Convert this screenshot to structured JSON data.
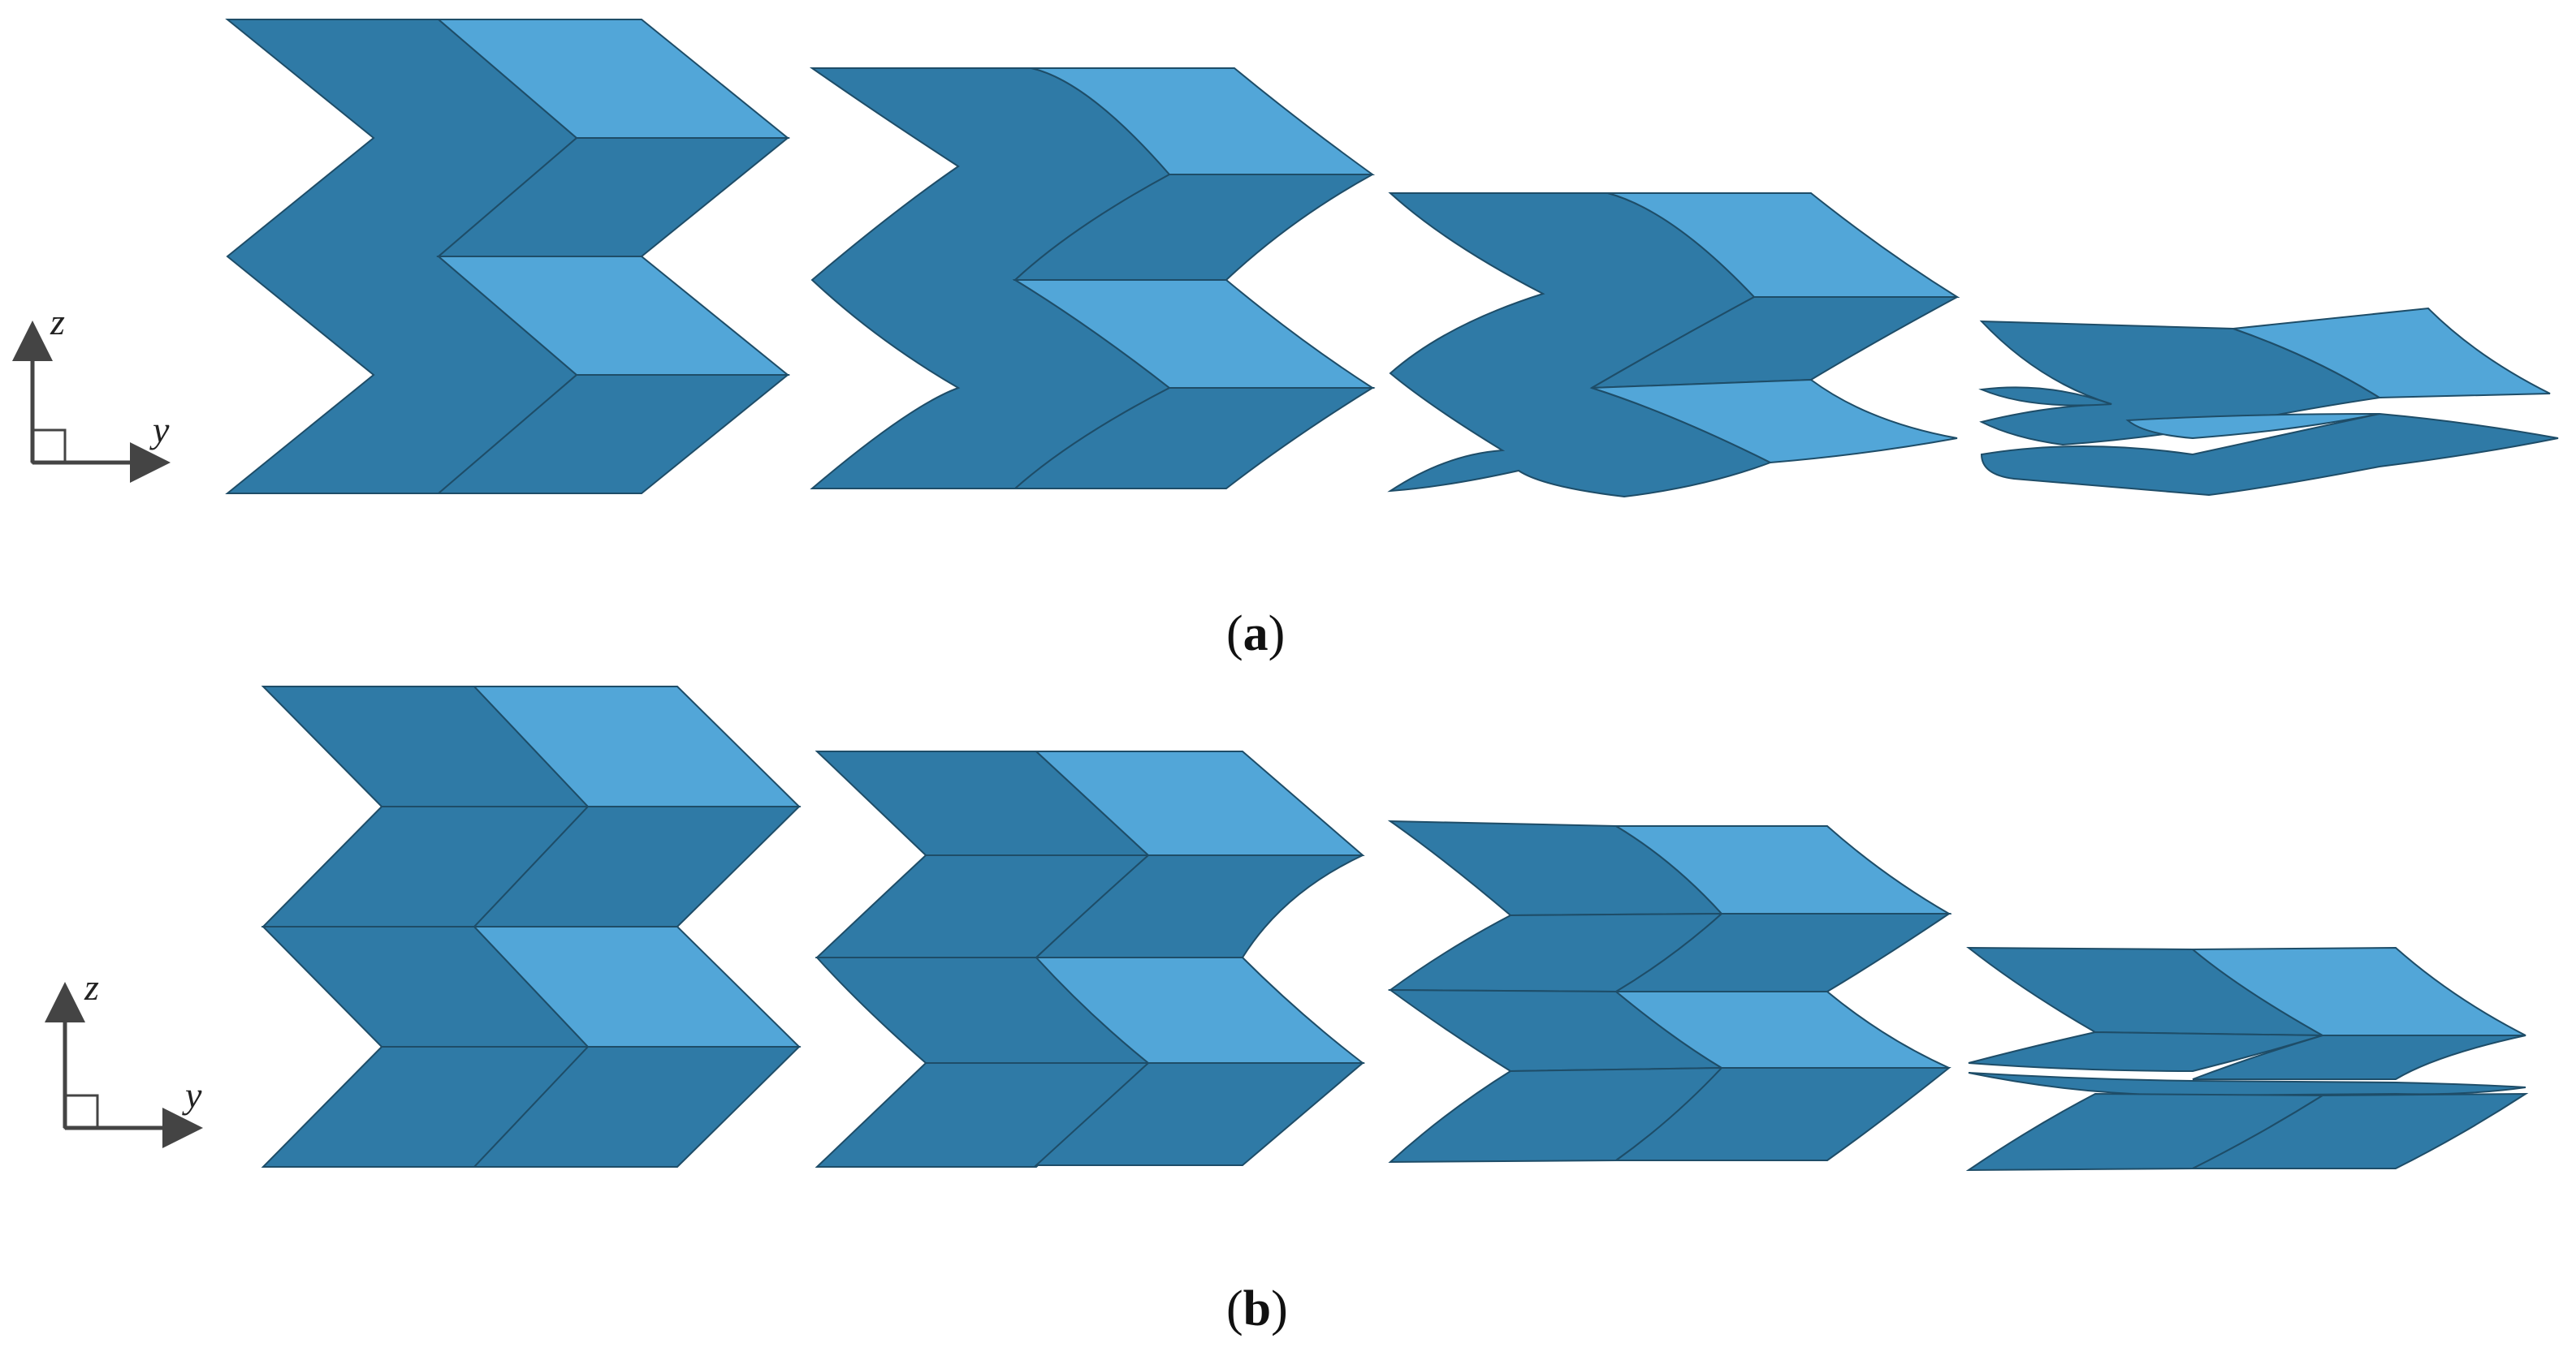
{
  "panels": [
    {
      "id": "a",
      "caption_open": "(",
      "caption_letter": "a",
      "caption_close": ")",
      "axes": {
        "vertical": "z",
        "horizontal": "y"
      }
    },
    {
      "id": "b",
      "caption_open": "(",
      "caption_letter": "b",
      "caption_close": ")",
      "axes": {
        "vertical": "z",
        "horizontal": "y"
      }
    }
  ],
  "colors": {
    "dark_face": "#2f7aa6",
    "light_face": "#52a6d8",
    "edge": "#1e4d68",
    "axis": "#444444"
  }
}
